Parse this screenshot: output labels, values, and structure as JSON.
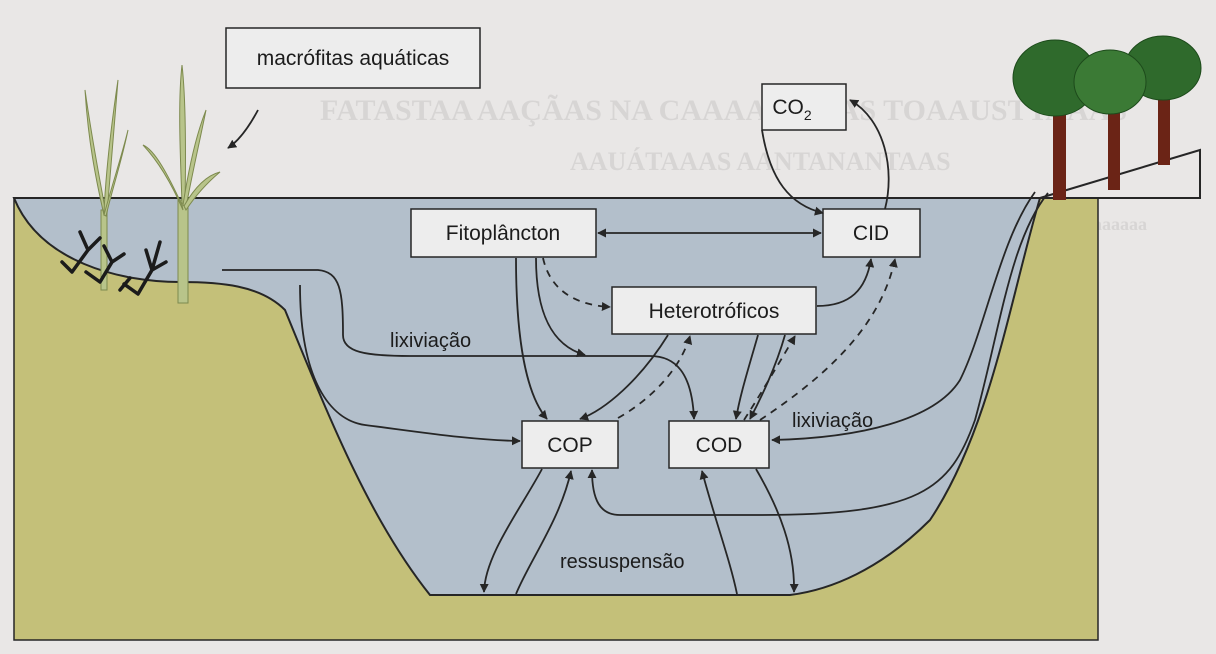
{
  "nodes": {
    "macrofitas": "macrófitas aquáticas",
    "co2": {
      "base": "CO",
      "subscript": "2"
    },
    "cid": "CID",
    "fitoplancton": "Fitoplâncton",
    "heterotroficos": "Heterotróficos",
    "cop": "COP",
    "cod": "COD"
  },
  "labels": {
    "lixiviacao_left": "lixiviação",
    "lixiviacao_right": "lixiviação",
    "ressuspensao": "ressuspensão"
  },
  "colors": {
    "water": "#b3bfcb",
    "sediment": "#c4c079",
    "box_fill": "#ededed",
    "outline": "#262626",
    "plants": "#b8c48a",
    "algae": "#1b1b1b",
    "tree_foliage": "#2f6a2c",
    "tree_trunk": "#6b2416"
  },
  "edges": [
    {
      "from": "Fitoplâncton",
      "to": "CID",
      "style": "solid",
      "direction": "both"
    },
    {
      "from": "Fitoplâncton",
      "to": "Heterotróficos",
      "style": "dashed"
    },
    {
      "from": "Fitoplâncton",
      "to": "COP",
      "style": "solid"
    },
    {
      "from": "Fitoplâncton",
      "to": "COD",
      "style": "solid"
    },
    {
      "from": "Heterotróficos",
      "to": "CID",
      "style": "solid"
    },
    {
      "from": "Heterotróficos",
      "to": "COP",
      "style": "solid"
    },
    {
      "from": "Heterotróficos",
      "to": "COD",
      "style": "solid"
    },
    {
      "from": "COP",
      "to": "Heterotróficos",
      "style": "dashed"
    },
    {
      "from": "COD",
      "to": "Heterotróficos",
      "style": "dashed"
    },
    {
      "from": "COD",
      "to": "CID",
      "style": "dashed"
    },
    {
      "from": "CID",
      "to": "CO2",
      "style": "solid"
    },
    {
      "from": "CO2",
      "to": "CID",
      "style": "solid"
    },
    {
      "from": "macrófitas aquáticas",
      "to": "COP",
      "style": "solid"
    },
    {
      "from": "macrófitas aquáticas",
      "to": "COD",
      "style": "solid",
      "label": "lixiviação"
    },
    {
      "from": "floresta",
      "to": "COD",
      "style": "solid",
      "label": "lixiviação"
    },
    {
      "from": "floresta",
      "to": "COP",
      "style": "solid"
    },
    {
      "from": "COP",
      "to": "sedimento",
      "style": "solid",
      "direction": "both",
      "label": "ressuspensão"
    },
    {
      "from": "COD",
      "to": "sedimento",
      "style": "solid",
      "direction": "both"
    }
  ]
}
